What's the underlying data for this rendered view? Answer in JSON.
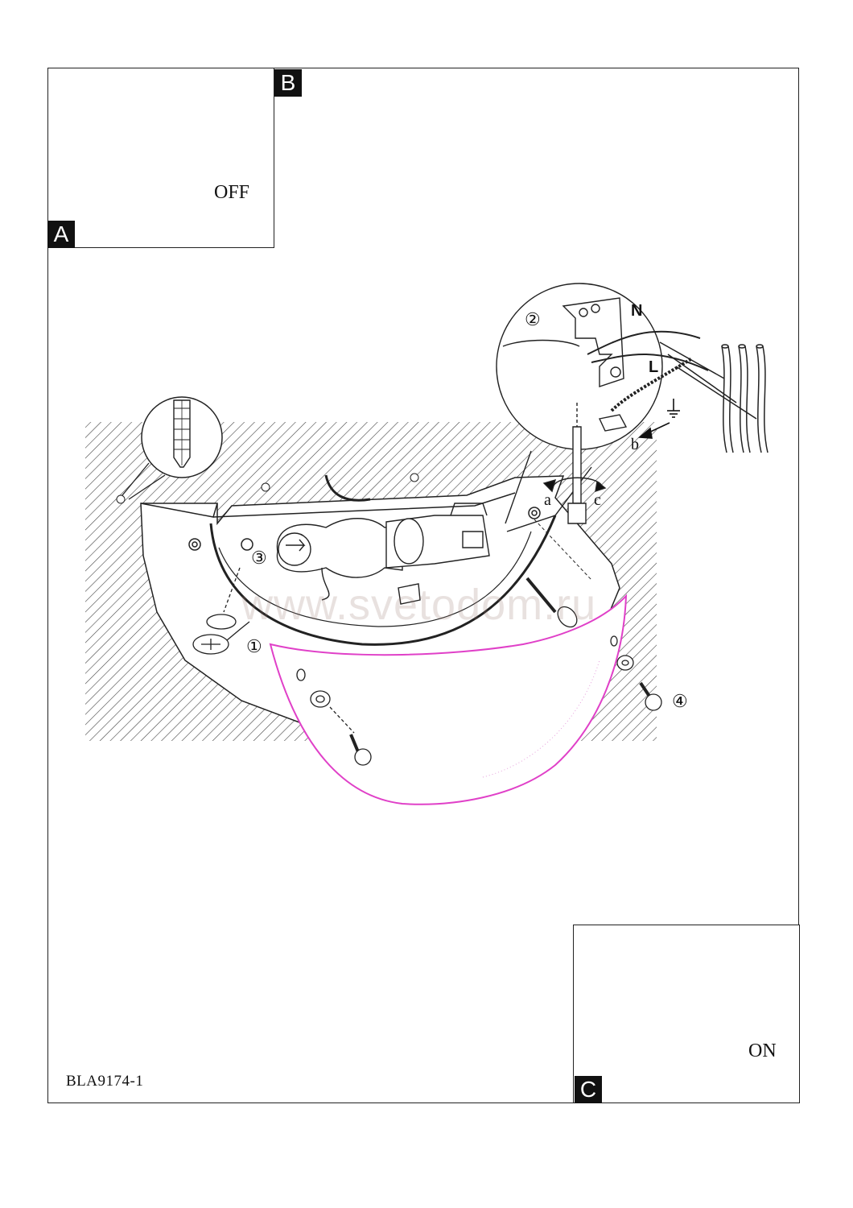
{
  "document": {
    "code": "BLA9174-1",
    "watermark": "www.svetodom.ru"
  },
  "steps": {
    "tag_a": "A",
    "tag_b": "B",
    "tag_c": "C",
    "off_label": "OFF",
    "on_label": "ON"
  },
  "callouts": {
    "n1": "①",
    "n2": "②",
    "n3": "③",
    "n4": "④",
    "a": "a",
    "b": "b",
    "c": "c",
    "neutral": "N",
    "live": "L"
  },
  "colors": {
    "shade_outline": "#e040c8",
    "ink": "#222222",
    "tag_background": "#111111"
  }
}
